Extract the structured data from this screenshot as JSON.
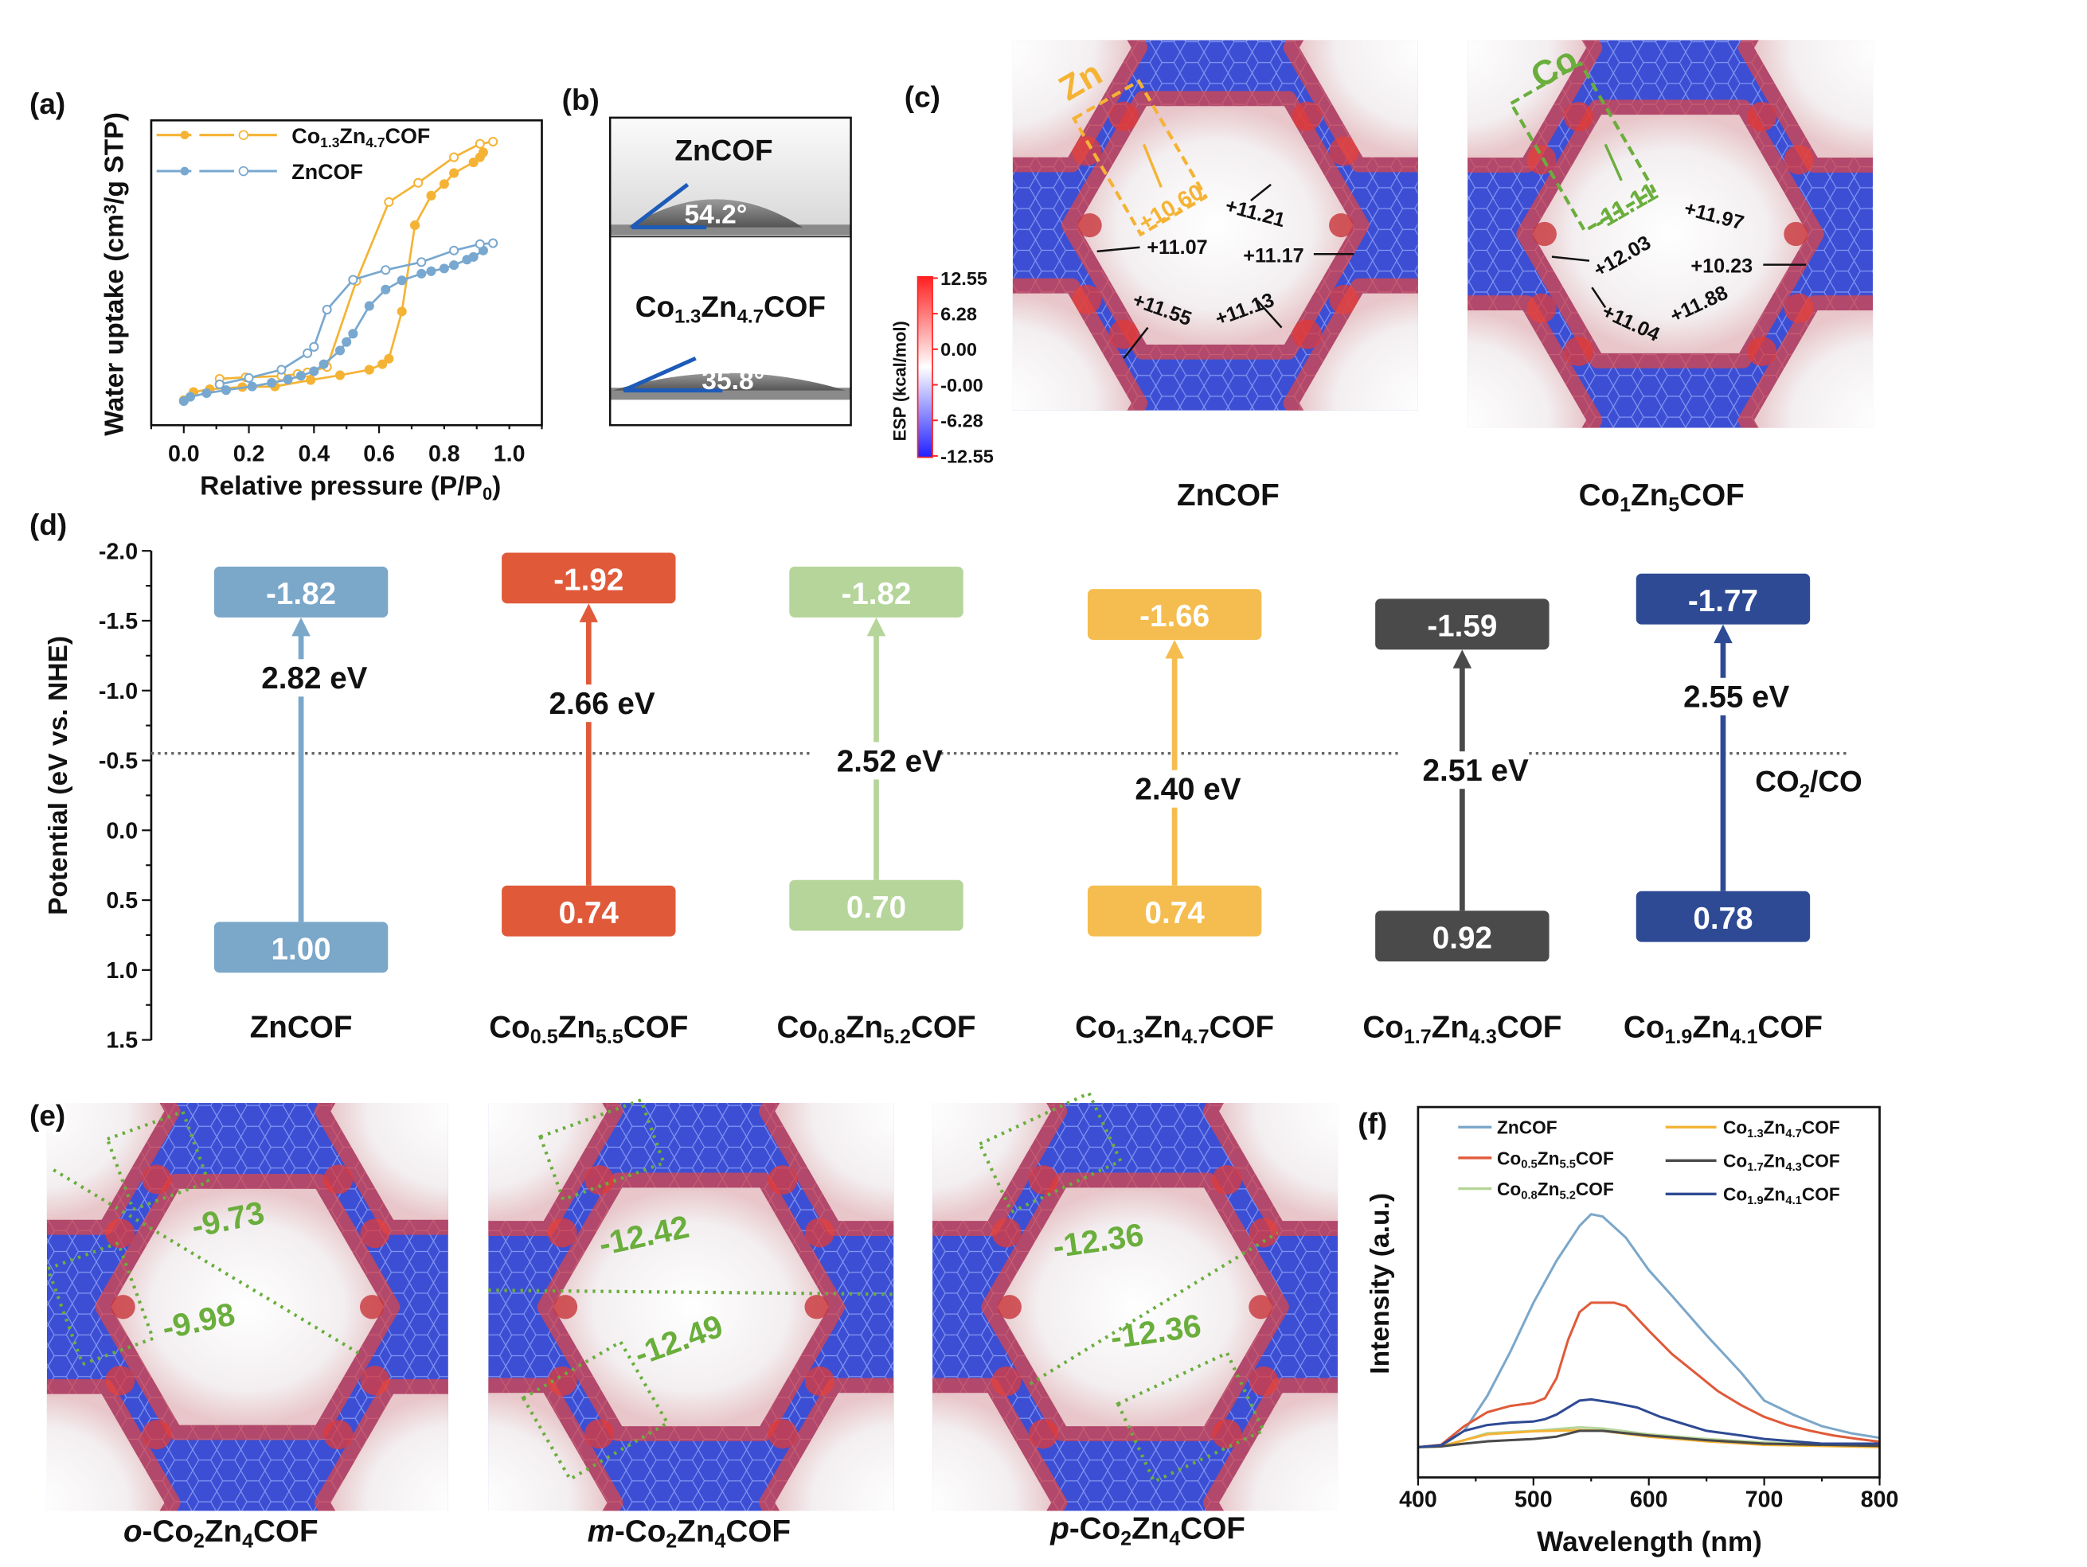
{
  "panel_labels": {
    "a": "(a)",
    "b": "(b)",
    "c": "(c)",
    "d": "(d)",
    "e": "(e)",
    "f": "(f)"
  },
  "panel_b": {
    "samples": [
      {
        "name_parts": [
          "ZnCOF"
        ],
        "angle": "54.2°"
      },
      {
        "name_parts": [
          "Co",
          "1.3",
          "Zn",
          "4.7",
          "COF"
        ],
        "angle": "35.8°"
      }
    ]
  },
  "panel_c": {
    "colorbar": {
      "title": "ESP (kcal/mol)",
      "ticks": [
        "12.55",
        "6.28",
        "0.00",
        "-0.00",
        "-6.28",
        "-12.55"
      ]
    },
    "maps": [
      {
        "caption_parts": [
          "ZnCOF"
        ],
        "metal": "Zn",
        "metal_value": "+10.60",
        "values": [
          "+11.21",
          "+11.07",
          "+11.17",
          "+11.55",
          "+11.13"
        ]
      },
      {
        "caption_parts": [
          "Co",
          "1",
          "Zn",
          "5",
          "COF"
        ],
        "metal": "Co",
        "metal_value": "-11.11",
        "values": [
          "+11.97",
          "+12.03",
          "+10.23",
          "+11.04",
          "+11.88"
        ]
      }
    ],
    "colors": {
      "zn": "#F5B335",
      "co": "#6AAE3C"
    }
  },
  "panel_e": {
    "maps": [
      {
        "prefix": "o",
        "caption_parts": [
          "-Co",
          "2",
          "Zn",
          "4",
          "COF"
        ],
        "values": [
          "-9.73",
          "-9.98"
        ]
      },
      {
        "prefix": "m",
        "caption_parts": [
          "-Co",
          "2",
          "Zn",
          "4",
          "COF"
        ],
        "values": [
          "-12.42",
          "-12.49"
        ]
      },
      {
        "prefix": "p",
        "caption_parts": [
          "-Co",
          "2",
          "Zn",
          "4",
          "COF"
        ],
        "values": [
          "-12.36",
          "-12.36"
        ]
      }
    ]
  },
  "chart_data": [
    {
      "panel": "a",
      "type": "line",
      "title": "",
      "xlabel_parts": [
        "Relative pressure (P/P",
        "0",
        ")"
      ],
      "ylabel_parts": [
        "Water uptake (cm",
        "3",
        "/g STP)"
      ],
      "xlim": [
        -0.1,
        1.1
      ],
      "ylim": [
        0,
        100
      ],
      "xticks": [
        "0.0",
        "0.2",
        "0.4",
        "0.6",
        "0.8",
        "1.0"
      ],
      "legend": "top-left",
      "series": [
        {
          "name_parts": [
            "Co",
            "1.3",
            "Zn",
            "4.7",
            "COF"
          ],
          "color": "#F5B335",
          "adsorption": {
            "x": [
              0.0,
              0.03,
              0.08,
              0.18,
              0.28,
              0.39,
              0.48,
              0.57,
              0.61,
              0.63,
              0.67,
              0.71,
              0.76,
              0.8,
              0.83,
              0.89,
              0.91,
              0.92
            ],
            "y": [
              8.2,
              10.9,
              11.8,
              12.5,
              12.7,
              14.8,
              16.4,
              18.2,
              20.0,
              21.8,
              37.3,
              65.6,
              75.3,
              79.1,
              82.7,
              86.2,
              87.9,
              89.5
            ]
          },
          "desorption": {
            "x": [
              0.95,
              0.91,
              0.83,
              0.72,
              0.63,
              0.53,
              0.44,
              0.38,
              0.35,
              0.3,
              0.19,
              0.11
            ],
            "y": [
              93.0,
              92.3,
              87.9,
              79.5,
              73.2,
              47.3,
              19.1,
              17.3,
              16.8,
              16.1,
              15.7,
              15.2
            ]
          }
        },
        {
          "name_parts": [
            "ZnCOF"
          ],
          "color": "#78A8CF",
          "adsorption": {
            "x": [
              0.0,
              0.02,
              0.07,
              0.13,
              0.21,
              0.27,
              0.32,
              0.36,
              0.4,
              0.43,
              0.48,
              0.5,
              0.52,
              0.57,
              0.62,
              0.67,
              0.73,
              0.76,
              0.8,
              0.83,
              0.87,
              0.89,
              0.92
            ],
            "y": [
              7.9,
              9.3,
              10.5,
              11.5,
              12.7,
              13.9,
              15.0,
              16.2,
              17.7,
              20.0,
              24.5,
              27.3,
              30.0,
              39.1,
              44.5,
              47.5,
              49.7,
              50.5,
              51.4,
              52.5,
              54.3,
              55.2,
              57.3
            ]
          },
          "desorption": {
            "x": [
              0.95,
              0.91,
              0.83,
              0.73,
              0.62,
              0.52,
              0.44,
              0.4,
              0.38,
              0.3,
              0.2,
              0.11
            ],
            "y": [
              59.7,
              59.4,
              57.3,
              53.5,
              50.9,
              47.7,
              37.9,
              25.7,
              23.6,
              18.2,
              15.5,
              13.4
            ]
          }
        }
      ]
    },
    {
      "panel": "d",
      "type": "bar",
      "title": "",
      "ylabel": "Potential (eV vs. NHE)",
      "ylim": [
        -2.0,
        1.5
      ],
      "yticks": [
        "-2.0",
        "-1.5",
        "-1.0",
        "-0.5",
        "0.0",
        "0.5",
        "1.0",
        "1.5"
      ],
      "reference_line": {
        "value": -0.55,
        "label_parts": [
          "CO",
          "2",
          "/CO"
        ]
      },
      "categories": [
        {
          "name_parts": [
            "ZnCOF"
          ],
          "cb": -1.82,
          "vb": 1.0,
          "cb_label": "-1.82",
          "vb_label": "1.00",
          "gap": "2.82 eV",
          "color": "#7BA7C9"
        },
        {
          "name_parts": [
            "Co",
            "0.5",
            "Zn",
            "5.5",
            "COF"
          ],
          "cb": -1.92,
          "vb": 0.74,
          "cb_label": "-1.92",
          "vb_label": "0.74",
          "gap": "2.66 eV",
          "color": "#E05A3A"
        },
        {
          "name_parts": [
            "Co",
            "0.8",
            "Zn",
            "5.2",
            "COF"
          ],
          "cb": -1.82,
          "vb": 0.7,
          "cb_label": "-1.82",
          "vb_label": "0.70",
          "gap": "2.52 eV",
          "color": "#B5D59A"
        },
        {
          "name_parts": [
            "Co",
            "1.3",
            "Zn",
            "4.7",
            "COF"
          ],
          "cb": -1.66,
          "vb": 0.74,
          "cb_label": "-1.66",
          "vb_label": "0.74",
          "gap": "2.40 eV",
          "color": "#F5BD4F"
        },
        {
          "name_parts": [
            "Co",
            "1.7",
            "Zn",
            "4.3",
            "COF"
          ],
          "cb": -1.59,
          "vb": 0.92,
          "cb_label": "-1.59",
          "vb_label": "0.92",
          "gap": "2.51 eV",
          "color": "#4A4A4A"
        },
        {
          "name_parts": [
            "Co",
            "1.9",
            "Zn",
            "4.1",
            "COF"
          ],
          "cb": -1.77,
          "vb": 0.78,
          "cb_label": "-1.77",
          "vb_label": "0.78",
          "gap": "2.55 eV",
          "color": "#2E4A94"
        }
      ]
    },
    {
      "panel": "f",
      "type": "line",
      "title": "",
      "xlabel": "Wavelength (nm)",
      "ylabel": "Intensity (a.u.)",
      "xlim": [
        400,
        800
      ],
      "ylim": [
        -13,
        146
      ],
      "xticks": [
        "400",
        "500",
        "600",
        "700",
        "800"
      ],
      "legend": "top",
      "series": [
        {
          "name_parts": [
            "ZnCOF"
          ],
          "color": "#7BA7C9",
          "x": [
            400,
            420,
            440,
            460,
            480,
            500,
            520,
            540,
            550,
            560,
            580,
            600,
            620,
            650,
            680,
            700,
            725,
            750,
            775,
            800
          ],
          "y": [
            0,
            0.5,
            7,
            22,
            41,
            62,
            80,
            95,
            100,
            99,
            90,
            76,
            65,
            48,
            32,
            20,
            14,
            9,
            6,
            4
          ]
        },
        {
          "name_parts": [
            "Co",
            "0.5",
            "Zn",
            "5.5",
            "COF"
          ],
          "color": "#E05A3A",
          "x": [
            400,
            420,
            440,
            460,
            480,
            500,
            510,
            520,
            530,
            540,
            550,
            570,
            580,
            600,
            620,
            640,
            660,
            680,
            700,
            720,
            740,
            760,
            780,
            800
          ],
          "y": [
            0,
            1,
            9,
            15,
            17.7,
            19,
            21,
            29.6,
            46,
            58,
            62,
            62,
            60.5,
            50,
            40,
            32,
            24,
            18,
            13,
            9.5,
            7,
            5,
            3.6,
            2.3
          ]
        },
        {
          "name_parts": [
            "Co",
            "0.8",
            "Zn",
            "5.2",
            "COF"
          ],
          "color": "#B5D59A",
          "x": [
            400,
            420,
            440,
            460,
            500,
            540,
            560,
            600,
            650,
            700,
            800
          ],
          "y": [
            0,
            0.3,
            3,
            6,
            7,
            8.5,
            8,
            5.5,
            3.5,
            2,
            0.5
          ]
        },
        {
          "name_parts": [
            "Co",
            "1.3",
            "Zn",
            "4.7",
            "COF"
          ],
          "color": "#F5B335",
          "x": [
            400,
            420,
            440,
            460,
            500,
            540,
            560,
            600,
            650,
            700,
            800
          ],
          "y": [
            0,
            0.3,
            3,
            5.5,
            6.8,
            7.3,
            7,
            4.5,
            2.5,
            1,
            0
          ]
        },
        {
          "name_parts": [
            "Co",
            "1.7",
            "Zn",
            "4.3",
            "COF"
          ],
          "color": "#4A4A4A",
          "x": [
            400,
            420,
            440,
            460,
            500,
            520,
            540,
            560,
            600,
            650,
            700,
            800
          ],
          "y": [
            0,
            0.3,
            1.5,
            2.5,
            3.5,
            4.5,
            7,
            7,
            5,
            3,
            1.5,
            0.5
          ]
        },
        {
          "name_parts": [
            "Co",
            "1.9",
            "Zn",
            "4.1",
            "COF"
          ],
          "color": "#2E4A94",
          "x": [
            400,
            420,
            440,
            460,
            480,
            500,
            510,
            520,
            540,
            550,
            570,
            590,
            610,
            630,
            650,
            680,
            700,
            750,
            800
          ],
          "y": [
            0,
            0.8,
            7,
            9.5,
            10.5,
            11,
            12,
            14,
            20,
            20.5,
            19,
            17,
            13,
            10,
            7,
            5,
            3.5,
            1.5,
            1.5
          ]
        }
      ]
    }
  ]
}
